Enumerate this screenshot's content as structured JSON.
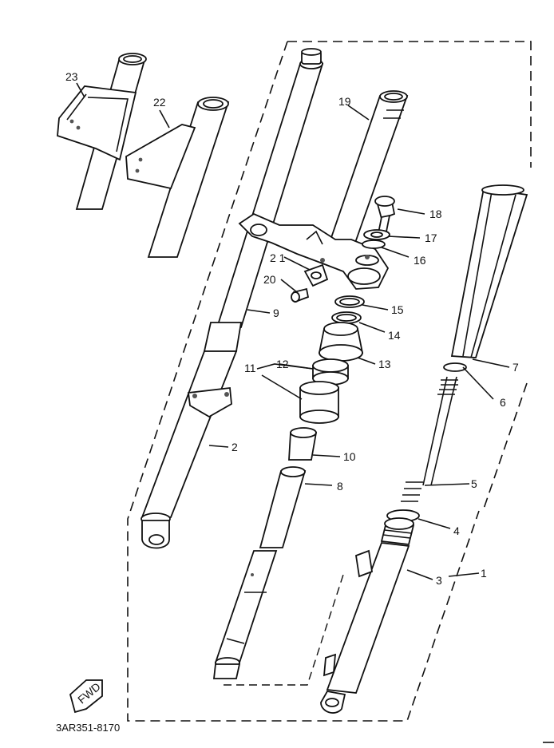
{
  "diagram": {
    "callouts": [
      {
        "id": "1",
        "text": "1"
      },
      {
        "id": "2",
        "text": "2"
      },
      {
        "id": "3",
        "text": "3"
      },
      {
        "id": "4",
        "text": "4"
      },
      {
        "id": "5",
        "text": "5"
      },
      {
        "id": "6",
        "text": "6"
      },
      {
        "id": "7",
        "text": "7"
      },
      {
        "id": "8",
        "text": "8"
      },
      {
        "id": "9",
        "text": "9"
      },
      {
        "id": "10",
        "text": "10"
      },
      {
        "id": "11",
        "text": "11"
      },
      {
        "id": "12",
        "text": "12"
      },
      {
        "id": "13",
        "text": "13"
      },
      {
        "id": "14",
        "text": "14"
      },
      {
        "id": "15",
        "text": "15"
      },
      {
        "id": "16",
        "text": "16"
      },
      {
        "id": "17",
        "text": "17"
      },
      {
        "id": "18",
        "text": "18"
      },
      {
        "id": "19",
        "text": "19"
      },
      {
        "id": "20",
        "text": "20"
      },
      {
        "id": "21",
        "text": "2 1"
      },
      {
        "id": "22",
        "text": "22"
      },
      {
        "id": "23",
        "text": "23"
      }
    ],
    "fwd_label": "FWD",
    "drawing_code": "3AR351-8170"
  }
}
